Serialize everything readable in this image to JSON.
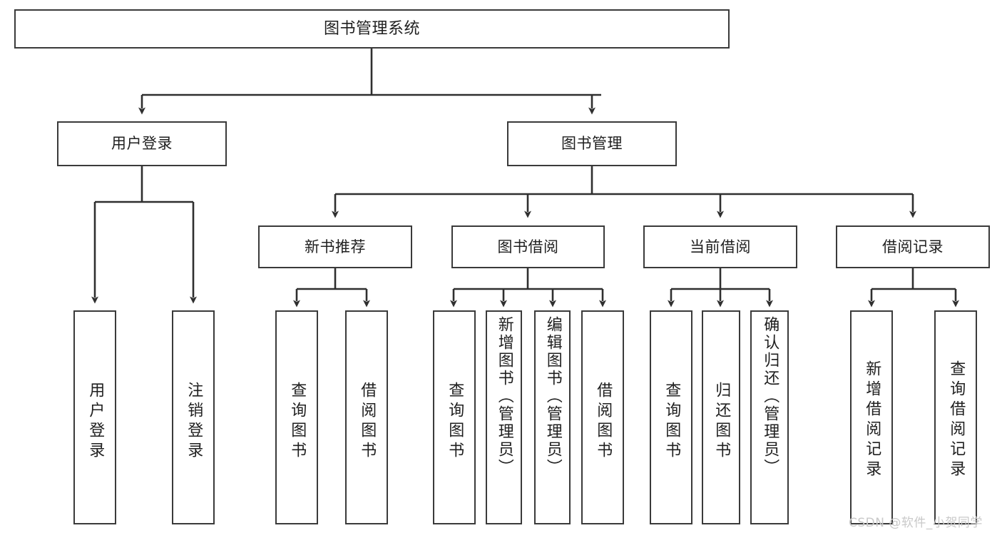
{
  "diagram": {
    "title": "图书管理系统",
    "watermark": "CSDN @软件_小贺同学",
    "colors": {
      "box_border": "#3a3a3a",
      "box_fill": "#ffffff",
      "edge": "#2f2f2f",
      "text": "#1f1f1f",
      "watermark": "#c9c9c9",
      "background": "#ffffff"
    },
    "nodes": {
      "root": {
        "label": "图书管理系统"
      },
      "level2": [
        {
          "id": "user-login",
          "label": "用户登录"
        },
        {
          "id": "book-manage",
          "label": "图书管理"
        }
      ],
      "level3": [
        {
          "id": "new-book-recommend",
          "label": "新书推荐"
        },
        {
          "id": "book-borrow",
          "label": "图书借阅"
        },
        {
          "id": "current-borrow",
          "label": "当前借阅"
        },
        {
          "id": "borrow-record",
          "label": "借阅记录"
        }
      ],
      "leaves": [
        {
          "id": "leaf-user-login",
          "label": "用户登录",
          "parent": "user-login"
        },
        {
          "id": "leaf-user-logout",
          "label": "注销登录",
          "parent": "user-login"
        },
        {
          "id": "leaf-query-book-1",
          "label": "查询图书",
          "parent": "new-book-recommend"
        },
        {
          "id": "leaf-borrow-book-1",
          "label": "借阅图书",
          "parent": "new-book-recommend"
        },
        {
          "id": "leaf-query-book-2",
          "label": "查询图书",
          "parent": "book-borrow"
        },
        {
          "id": "leaf-add-book",
          "label": "新增图书（管理员）",
          "parent": "book-borrow"
        },
        {
          "id": "leaf-edit-book",
          "label": "编辑图书（管理员）",
          "parent": "book-borrow"
        },
        {
          "id": "leaf-borrow-book-2",
          "label": "借阅图书",
          "parent": "book-borrow"
        },
        {
          "id": "leaf-query-book-3",
          "label": "查询图书",
          "parent": "current-borrow"
        },
        {
          "id": "leaf-return-book",
          "label": "归还图书",
          "parent": "current-borrow"
        },
        {
          "id": "leaf-confirm-return",
          "label": "确认归还（管理员）",
          "parent": "current-borrow"
        },
        {
          "id": "leaf-add-borrow-record",
          "label": "新增借阅记录",
          "parent": "borrow-record"
        },
        {
          "id": "leaf-query-borrow-record",
          "label": "查询借阅记录",
          "parent": "borrow-record"
        }
      ]
    }
  },
  "chart_data": {
    "type": "diagram",
    "subtype": "tree-hierarchy",
    "title": "图书管理系统",
    "orientation": "top-down",
    "edge_style": "orthogonal-with-arrowheads",
    "levels": 4,
    "tree": {
      "label": "图书管理系统",
      "children": [
        {
          "label": "用户登录",
          "children": [
            {
              "label": "用户登录"
            },
            {
              "label": "注销登录"
            }
          ]
        },
        {
          "label": "图书管理",
          "children": [
            {
              "label": "新书推荐",
              "children": [
                {
                  "label": "查询图书"
                },
                {
                  "label": "借阅图书"
                }
              ]
            },
            {
              "label": "图书借阅",
              "children": [
                {
                  "label": "查询图书"
                },
                {
                  "label": "新增图书（管理员）"
                },
                {
                  "label": "编辑图书（管理员）"
                },
                {
                  "label": "借阅图书"
                }
              ]
            },
            {
              "label": "当前借阅",
              "children": [
                {
                  "label": "查询图书"
                },
                {
                  "label": "归还图书"
                },
                {
                  "label": "确认归还（管理员）"
                }
              ]
            },
            {
              "label": "借阅记录",
              "children": [
                {
                  "label": "新增借阅记录"
                },
                {
                  "label": "查询借阅记录"
                }
              ]
            }
          ]
        }
      ]
    }
  }
}
